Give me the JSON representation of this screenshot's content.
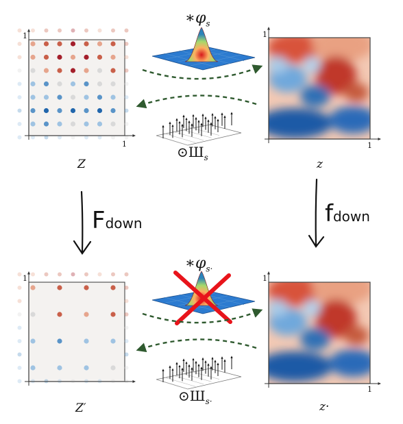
{
  "top": {
    "grid_label": "Z",
    "field_label": "z",
    "kernel_label": "∗φ",
    "kernel_sub": "s",
    "sampling_label": "⊙Ш",
    "sampling_sub": "s",
    "axis_tick_x": "1",
    "axis_tick_y": "1"
  },
  "bottom": {
    "grid_label": "Z′",
    "field_label": "z·",
    "kernel_label": "∗φ",
    "kernel_sub": "s·",
    "sampling_label": "⊙Ш",
    "sampling_sub": "s·",
    "axis_tick_x": "1",
    "axis_tick_y": "1"
  },
  "annotations": {
    "left_op_F": "F",
    "left_op_sub": "down",
    "right_op_F": "f",
    "right_op_sub": "down"
  },
  "colors": {
    "red": "#b2182b",
    "blue": "#2166ac",
    "arrow": "#2f5a2f",
    "cross": "#e8141b"
  }
}
